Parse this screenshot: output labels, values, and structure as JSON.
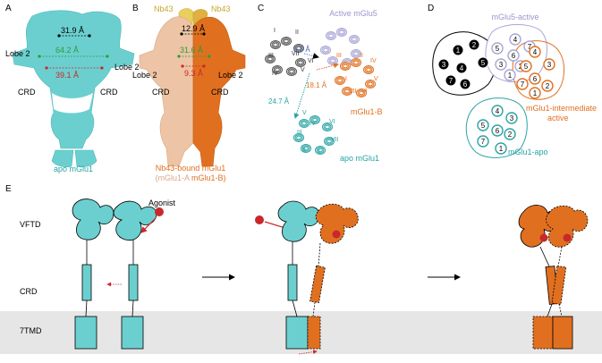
{
  "panel_letters": {
    "a": "A",
    "b": "B",
    "c": "C",
    "d": "D",
    "e": "E"
  },
  "colors": {
    "cyan": "#6ccfcf",
    "cyan_dark": "#2aa3a3",
    "orange": "#e07020",
    "peach": "#edc4a5",
    "yellow": "#e8cf5e",
    "lavender": "#a9a6d6",
    "red": "#c8282c",
    "green": "#2e9b3a",
    "gray_band": "#e6e6e6"
  },
  "panel_a": {
    "dist_top": "31.9 Å",
    "dist_mid": "64.2 Å",
    "dist_low": "39.1 Å",
    "lobe_left": "Lobe 2",
    "lobe_right": "Lobe 2",
    "crd_left": "CRD",
    "crd_right": "CRD",
    "caption": "apo mGlu1"
  },
  "panel_b": {
    "nb_left": "Nb43",
    "nb_right": "Nb43",
    "dist_top": "12.9 Å",
    "dist_mid": "31.6 Å",
    "dist_low": "9.3 Å",
    "lobe_left": "Lobe 2",
    "lobe_right": "Lobe 2",
    "crd_left": "CRD",
    "crd_right": "CRD",
    "caption_line1": "Nb43-bound mGlu1",
    "caption_line2_a": "(mGlu1-A ",
    "caption_line2_b": "mGlu1-B)"
  },
  "panel_c": {
    "active_label": "Active mGlu5",
    "mglu1b_label": "mGlu1-B",
    "apo_label": "apo mGlu1",
    "dist_blue": "5.3 Å",
    "dist_orange": "18.1 Å",
    "dist_cyan": "24.7 Å",
    "helix_labels": [
      "I",
      "II",
      "III",
      "IV",
      "V",
      "VI",
      "VII"
    ]
  },
  "panel_d": {
    "active_label": "mGlu5-active",
    "intermediate_line1": "mGlu1-intermediate",
    "intermediate_line2": "active",
    "apo_label": "mGlu1-apo",
    "black_helices": [
      "1",
      "2",
      "3",
      "4",
      "5",
      "6",
      "7"
    ],
    "lav_helices": [
      "4",
      "5",
      "3",
      "6",
      "7",
      "2",
      "1"
    ],
    "orange_helices": [
      "4",
      "3",
      "5",
      "6",
      "2",
      "1",
      "7"
    ],
    "cyan_helices": [
      "4",
      "3",
      "5",
      "6",
      "7",
      "2",
      "1"
    ]
  },
  "panel_e": {
    "vftd": "VFTD",
    "crd": "CRD",
    "tmd": "7TMD",
    "agonist": "Agonist"
  }
}
